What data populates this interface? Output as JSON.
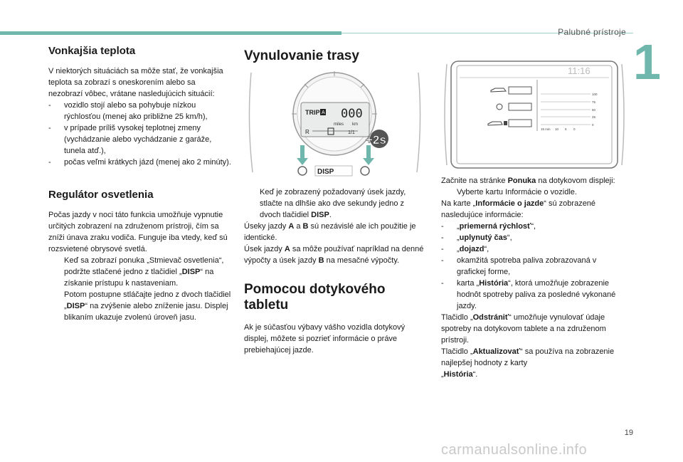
{
  "header": {
    "title": "Palubné prístroje",
    "chapter": "1",
    "page": "19"
  },
  "watermark": "carmanualsonline.info",
  "col1": {
    "s1": {
      "title": "Vonkajšia teplota",
      "intro": "V niektorých situáciách sa môže stať, že vonkajšia teplota sa zobrazí s oneskorením alebo sa nezobrazí vôbec, vrátane nasledujúcich situácií:",
      "items": [
        "vozidlo stojí alebo sa pohybuje nízkou rýchlosťou (menej ako približne 25 km/h),",
        "v prípade príliš vysokej teplotnej zmeny (vychádzanie alebo vychádzanie z garáže, tunela atď.),",
        "počas veľmi krátkych jázd (menej ako 2 minúty)."
      ]
    },
    "s2": {
      "title": "Regulátor osvetlenia",
      "para": "Počas jazdy v noci táto funkcia umožňuje vypnutie určitých zobrazení na združenom prístroji, čím sa zníži únava zraku vodiča. Funguje iba vtedy, keď sú rozsvietené obrysové svetlá.",
      "b1_pre": "Keď sa zobrazí ponuka „Stmievač osvetlenia“, podržte stlačené jedno z tlačidiel „",
      "b1_bold": "DISP",
      "b1_post": "“ na získanie prístupu k nastaveniam.",
      "b2_pre": "Potom postupne stláčajte jedno z dvoch tlačidiel „",
      "b2_bold": "DISP",
      "b2_post": "“ na zvýšenie alebo zníženie jasu. Displej blikaním ukazuje zvolenú úroveň jasu."
    }
  },
  "col2": {
    "s1": {
      "title": "Vynulovanie trasy",
      "b1_pre": "Keď je zobrazený požadovaný úsek jazdy, stlačte na dlhšie ako dve sekundy jedno z dvoch tlačidiel ",
      "b1_bold": "DISP",
      "b1_post": ".",
      "p2_a": "Úseky jazdy ",
      "p2_A": "A",
      "p2_b": " a ",
      "p2_B": "B",
      "p2_c": " sú nezávislé ale ich použitie je identické.",
      "p3_a": "Úsek jazdy ",
      "p3_A": "A",
      "p3_b": " sa môže používať napríklad na denné výpočty a úsek jazdy ",
      "p3_B": "B",
      "p3_c": " na mesačné výpočty."
    },
    "s2": {
      "title": "Pomocou dotykového tabletu",
      "para": "Ak je súčasťou výbavy vášho vozidla dotykový displej, môžete si pozrieť informácie o práve prebiehajúcej jazde."
    },
    "figure": {
      "trip_label": "TRIP",
      "trip_badge": "A",
      "odometer": "000",
      "unit1": "miles",
      "unit2": "km",
      "gear": "R",
      "fraction": "1/1",
      "press_time": "+2s",
      "disp": "DISP"
    }
  },
  "col3": {
    "figure": {
      "clock": "11:16",
      "scale": [
        "100",
        "75",
        "50",
        "25",
        "0"
      ],
      "axis": [
        "15 min",
        "10",
        "5",
        "0"
      ]
    },
    "p1_pre": "Začnite na stránke ",
    "p1_bold": "Ponuka",
    "p1_post": " na dotykovom displeji:",
    "b1": "Vyberte kartu Informácie o vozidle.",
    "p2_pre": "Na karte „",
    "p2_bold": "Informácie o jazde",
    "p2_post": "“ sú zobrazené nasledujúce informácie:",
    "l1_bold": "priemerná rýchlosť",
    "l2_bold": "uplynutý čas",
    "l3_bold": "dojazd",
    "l4": "okamžitá spotreba paliva zobrazovaná v grafickej forme,",
    "l5_pre": "karta „",
    "l5_bold": "História",
    "l5_post": "“, ktorá umožňuje zobrazenie hodnôt spotreby paliva za posledné vykonané jazdy.",
    "p3_pre": "Tlačidlo „",
    "p3_bold": "Odstrániť",
    "p3_post": "“ umožňuje vynulovať údaje spotreby na dotykovom tablete a na združenom prístroji.",
    "p4_pre": "Tlačidlo „",
    "p4_bold": "Aktualizovať",
    "p4_post": "“ sa používa na zobrazenie najlepšej hodnoty z karty",
    "p4_bold2": "História",
    "p4_end": "“."
  },
  "glyphs": {
    "dash": "-",
    "bullet": "",
    "quote_open": "„",
    "quote_close": "“",
    "comma": ",",
    "quote_close_comma": "“,"
  }
}
